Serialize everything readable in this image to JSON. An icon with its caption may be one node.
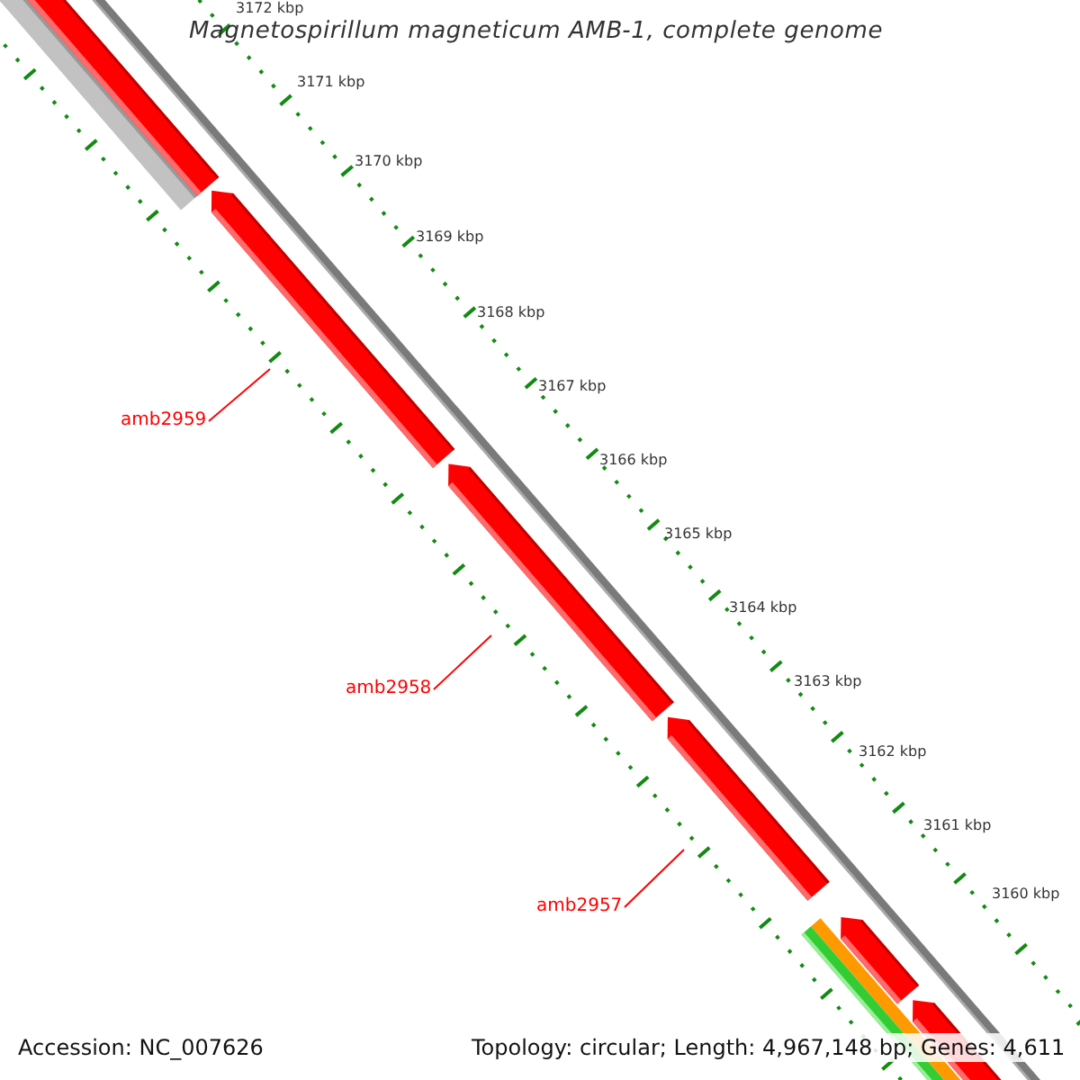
{
  "diagram": {
    "title": "Magnetospirillum magneticum AMB-1, complete genome",
    "nodes": [
      {
        "text": [
          "amb2959"
        ]
      },
      {
        "text": [
          "amb2958"
        ]
      },
      {
        "text": [
          "amb2957"
        ]
      }
    ],
    "edges": [
      {
        "from": 0,
        "to": null,
        "arrow": "none",
        "color": "#ff0000"
      },
      {
        "from": 1,
        "to": null,
        "arrow": "none",
        "color": "#ff0000"
      },
      {
        "from": 2,
        "to": null,
        "arrow": "none",
        "color": "#ff0000"
      }
    ],
    "labels": [
      "3172 kbp",
      "3171 kbp",
      "3170 kbp",
      "3169 kbp",
      "3168 kbp",
      "3167 kbp",
      "3166 kbp",
      "3165 kbp",
      "3164 kbp",
      "3163 kbp",
      "3162 kbp",
      "3161 kbp",
      "3160 kbp",
      "Accession: NC_007626",
      "Topology: circular; Length: 4,967,148 bp; Genes: 4,611"
    ]
  }
}
